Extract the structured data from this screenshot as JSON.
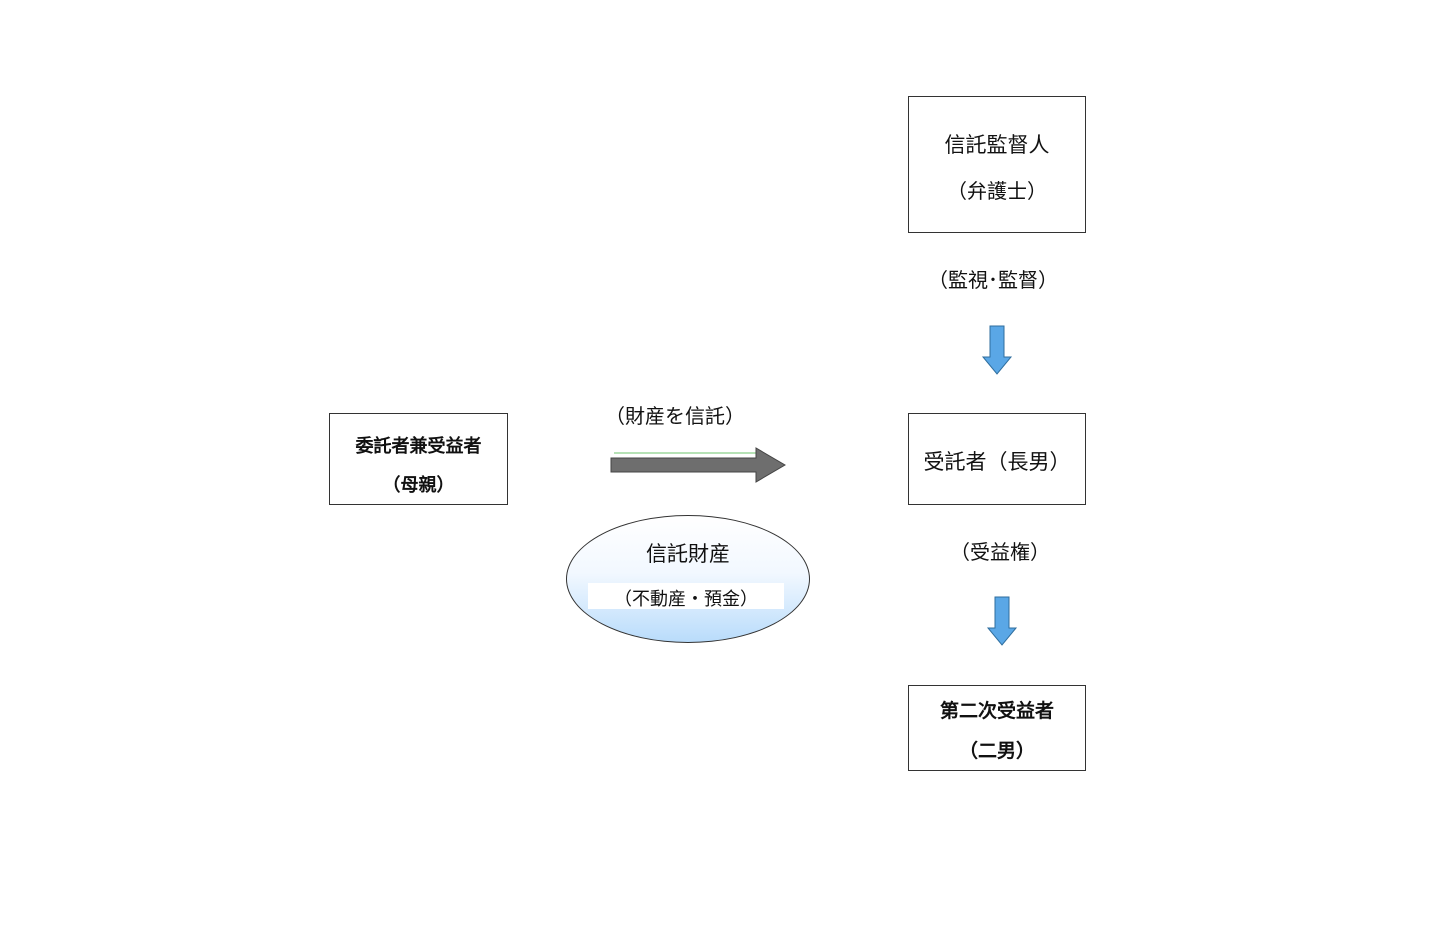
{
  "settlor": {
    "line1": "委託者兼受益者",
    "line2": "（母親）"
  },
  "supervisor": {
    "line1": "信託監督人",
    "line2": "（弁護士）"
  },
  "trustee": {
    "line1": "受託者（長男）"
  },
  "second_beneficiary": {
    "line1": "第二次受益者",
    "line2": "（二男）"
  },
  "labels": {
    "transfer": "（財産を信託）",
    "supervision": "（監視･監督）",
    "benefit": "（受益権）"
  },
  "trust_property": {
    "title": "信託財産",
    "subtitle": "（不動産・預金）"
  },
  "colors": {
    "transfer_arrow": "#6e6e6e",
    "down_arrow": "#5aa7e6",
    "ellipse_bottom": "#b9dcfb"
  }
}
